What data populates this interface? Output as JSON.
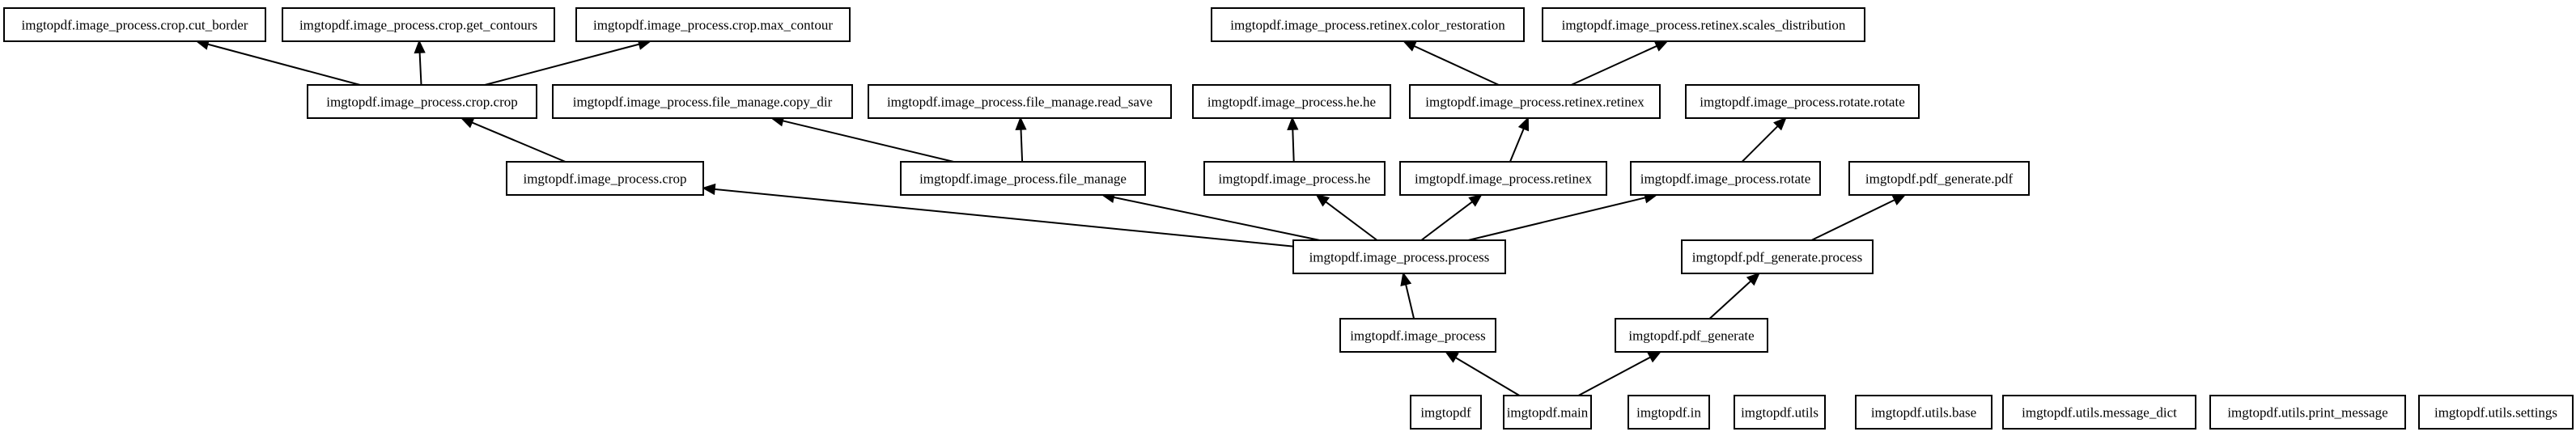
{
  "graph": {
    "nodes": [
      {
        "id": "crop_cut_border",
        "label": "imgtopdf.image_process.crop.cut_border"
      },
      {
        "id": "crop_get_contours",
        "label": "imgtopdf.image_process.crop.get_contours"
      },
      {
        "id": "crop_max_contour",
        "label": "imgtopdf.image_process.crop.max_contour"
      },
      {
        "id": "retinex_color_restoration",
        "label": "imgtopdf.image_process.retinex.color_restoration"
      },
      {
        "id": "retinex_scales_distribution",
        "label": "imgtopdf.image_process.retinex.scales_distribution"
      },
      {
        "id": "crop_crop",
        "label": "imgtopdf.image_process.crop.crop"
      },
      {
        "id": "file_manage_copy_dir",
        "label": "imgtopdf.image_process.file_manage.copy_dir"
      },
      {
        "id": "file_manage_read_save",
        "label": "imgtopdf.image_process.file_manage.read_save"
      },
      {
        "id": "he_he",
        "label": "imgtopdf.image_process.he.he"
      },
      {
        "id": "retinex_retinex",
        "label": "imgtopdf.image_process.retinex.retinex"
      },
      {
        "id": "rotate_rotate",
        "label": "imgtopdf.image_process.rotate.rotate"
      },
      {
        "id": "crop",
        "label": "imgtopdf.image_process.crop"
      },
      {
        "id": "file_manage",
        "label": "imgtopdf.image_process.file_manage"
      },
      {
        "id": "he",
        "label": "imgtopdf.image_process.he"
      },
      {
        "id": "retinex",
        "label": "imgtopdf.image_process.retinex"
      },
      {
        "id": "rotate",
        "label": "imgtopdf.image_process.rotate"
      },
      {
        "id": "pdf_generate_pdf",
        "label": "imgtopdf.pdf_generate.pdf"
      },
      {
        "id": "process",
        "label": "imgtopdf.image_process.process"
      },
      {
        "id": "pdf_generate_process",
        "label": "imgtopdf.pdf_generate.process"
      },
      {
        "id": "image_process",
        "label": "imgtopdf.image_process"
      },
      {
        "id": "pdf_generate",
        "label": "imgtopdf.pdf_generate"
      },
      {
        "id": "imgtopdf",
        "label": "imgtopdf"
      },
      {
        "id": "main",
        "label": "imgtopdf.main"
      },
      {
        "id": "in",
        "label": "imgtopdf.in"
      },
      {
        "id": "utils",
        "label": "imgtopdf.utils"
      },
      {
        "id": "utils_base",
        "label": "imgtopdf.utils.base"
      },
      {
        "id": "utils_message_dict",
        "label": "imgtopdf.utils.message_dict"
      },
      {
        "id": "utils_print_message",
        "label": "imgtopdf.utils.print_message"
      },
      {
        "id": "utils_settings",
        "label": "imgtopdf.utils.settings"
      }
    ],
    "edges": [
      {
        "from": "crop_crop",
        "to": "crop_cut_border"
      },
      {
        "from": "crop_crop",
        "to": "crop_get_contours"
      },
      {
        "from": "crop_crop",
        "to": "crop_max_contour"
      },
      {
        "from": "retinex_retinex",
        "to": "retinex_color_restoration"
      },
      {
        "from": "retinex_retinex",
        "to": "retinex_scales_distribution"
      },
      {
        "from": "crop",
        "to": "crop_crop"
      },
      {
        "from": "file_manage",
        "to": "file_manage_copy_dir"
      },
      {
        "from": "file_manage",
        "to": "file_manage_read_save"
      },
      {
        "from": "he",
        "to": "he_he"
      },
      {
        "from": "retinex",
        "to": "retinex_retinex"
      },
      {
        "from": "rotate",
        "to": "rotate_rotate"
      },
      {
        "from": "process",
        "to": "crop"
      },
      {
        "from": "process",
        "to": "file_manage"
      },
      {
        "from": "process",
        "to": "he"
      },
      {
        "from": "process",
        "to": "retinex"
      },
      {
        "from": "process",
        "to": "rotate"
      },
      {
        "from": "pdf_generate_process",
        "to": "pdf_generate_pdf"
      },
      {
        "from": "image_process",
        "to": "process"
      },
      {
        "from": "pdf_generate",
        "to": "pdf_generate_process"
      },
      {
        "from": "main",
        "to": "image_process"
      },
      {
        "from": "main",
        "to": "pdf_generate"
      }
    ]
  }
}
